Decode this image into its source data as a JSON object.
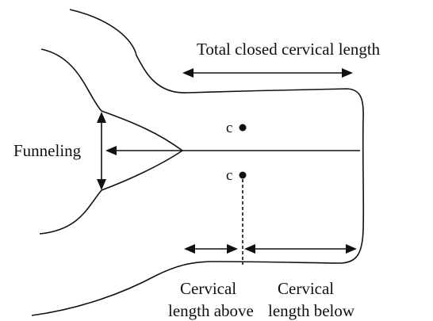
{
  "labels": {
    "total_length": "Total closed cervical length",
    "funneling": "Funneling",
    "point_upper": "c",
    "point_lower": "c",
    "above_line1": "Cervical",
    "above_line2": "length above",
    "below_line1": "Cervical",
    "below_line2": "length below"
  },
  "colors": {
    "ink": "#111111",
    "background": "#ffffff"
  }
}
